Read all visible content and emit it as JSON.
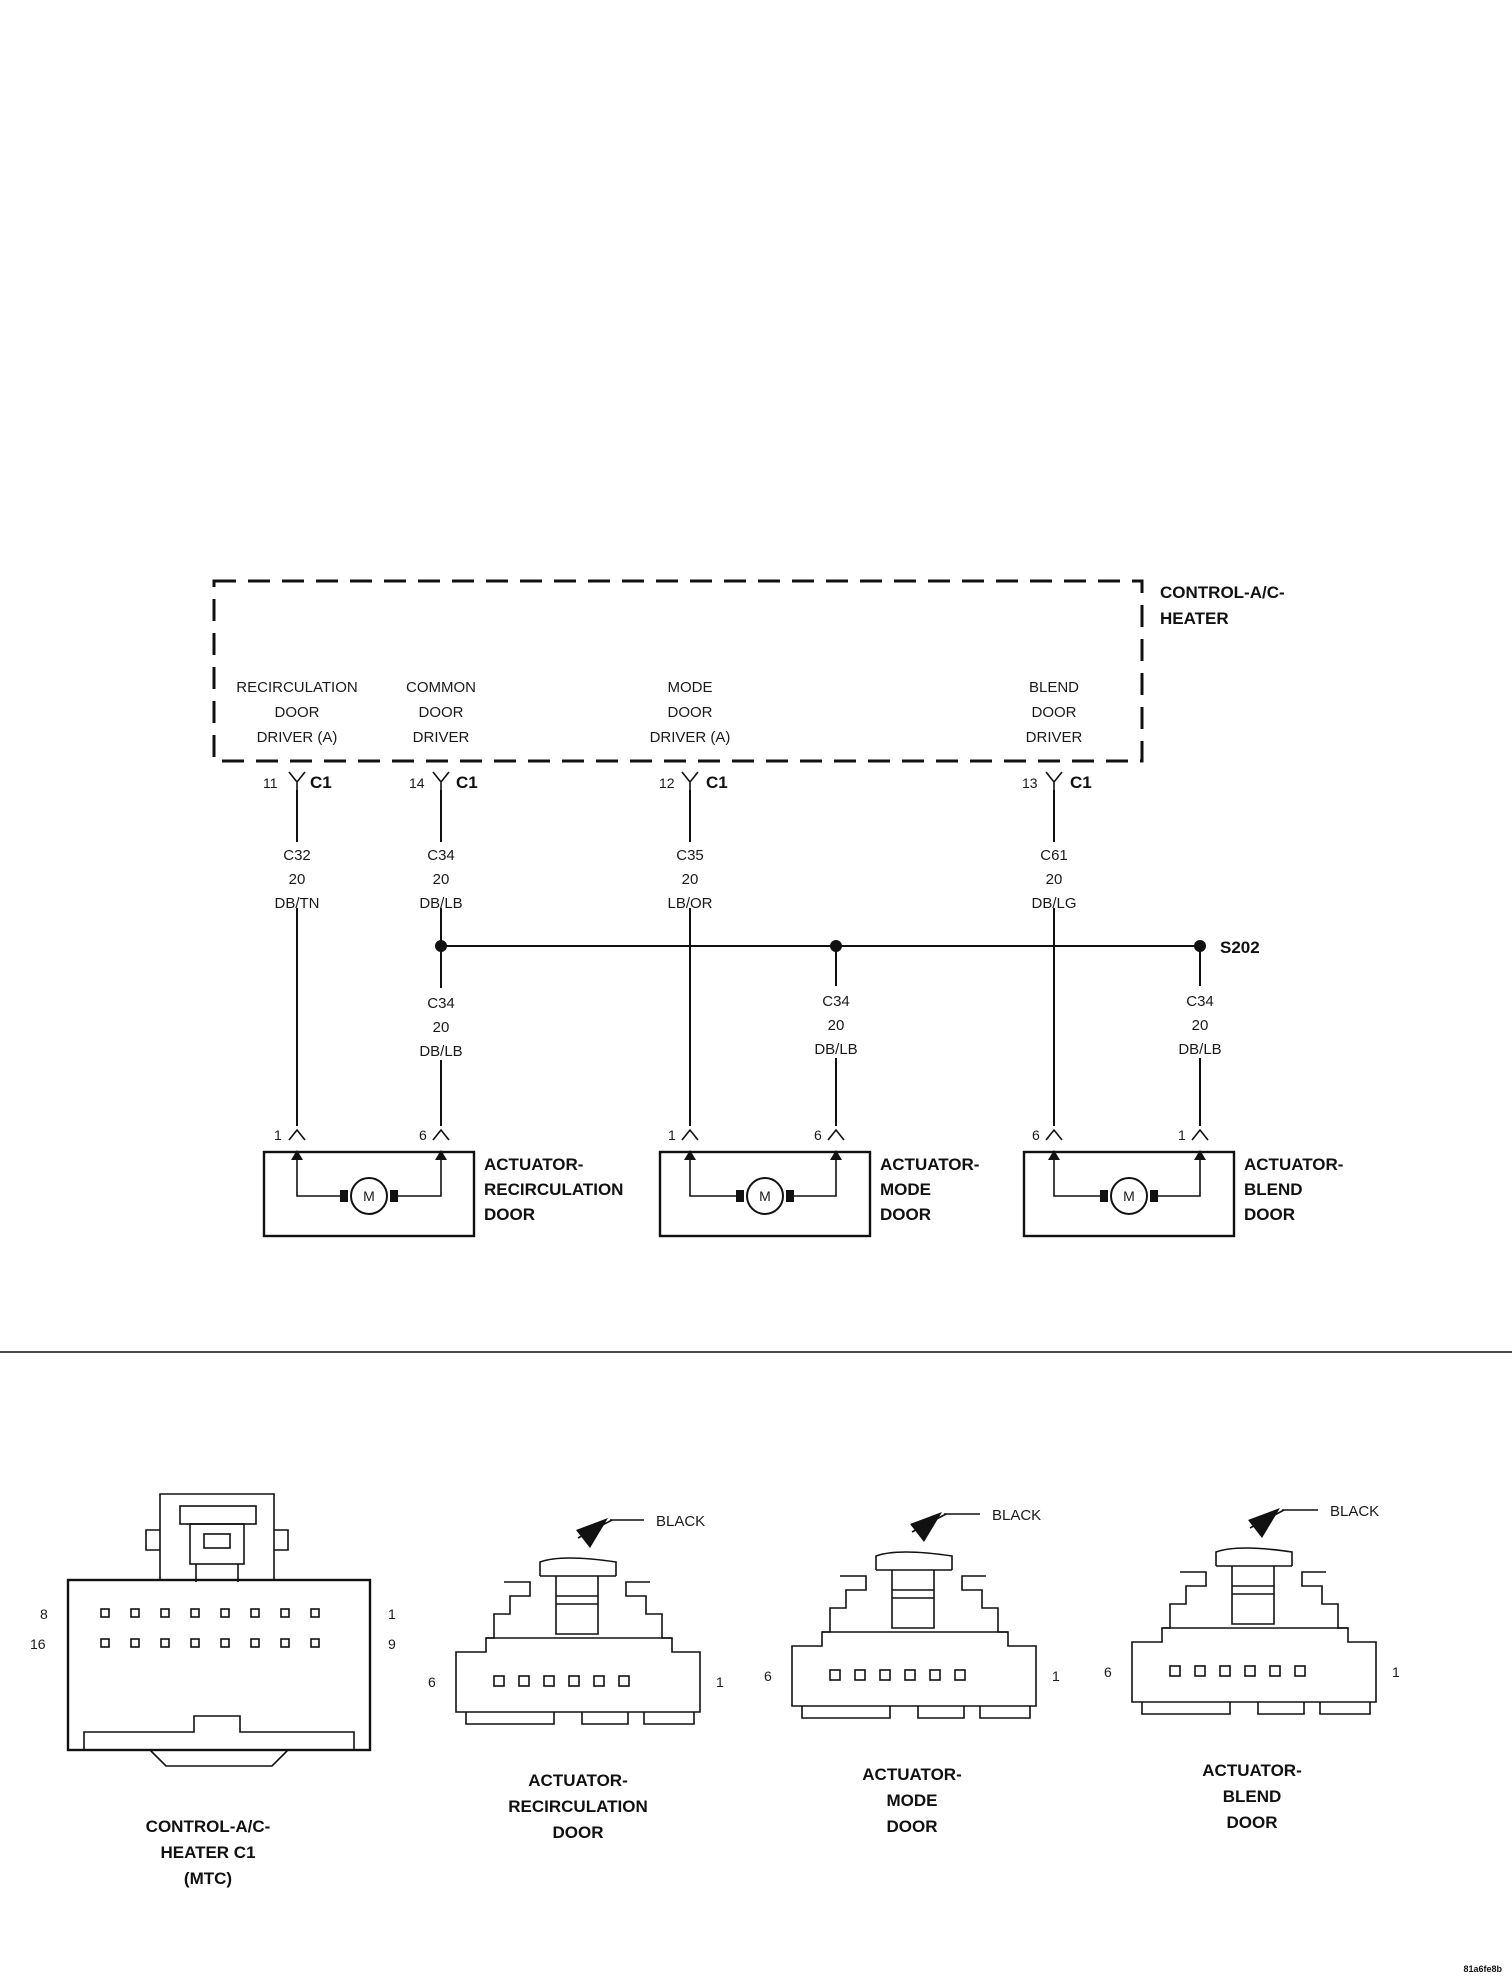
{
  "module": {
    "title": [
      "CONTROL-A/C-",
      "HEATER"
    ],
    "drivers": [
      {
        "lines": [
          "RECIRCULATION",
          "DOOR",
          "DRIVER (A)"
        ],
        "pin": "11",
        "connector": "C1",
        "wire": [
          "C32",
          "20",
          "DB/TN"
        ]
      },
      {
        "lines": [
          "COMMON",
          "DOOR",
          "DRIVER"
        ],
        "pin": "14",
        "connector": "C1",
        "wire": [
          "C34",
          "20",
          "DB/LB"
        ]
      },
      {
        "lines": [
          "MODE",
          "DOOR",
          "DRIVER (A)"
        ],
        "pin": "12",
        "connector": "C1",
        "wire": [
          "C35",
          "20",
          "LB/OR"
        ]
      },
      {
        "lines": [
          "BLEND",
          "DOOR",
          "DRIVER"
        ],
        "pin": "13",
        "connector": "C1",
        "wire": [
          "C61",
          "20",
          "DB/LG"
        ]
      }
    ]
  },
  "splice": {
    "name": "S202"
  },
  "branch_wires": [
    [
      "C34",
      "20",
      "DB/LB"
    ],
    [
      "C34",
      "20",
      "DB/LB"
    ],
    [
      "C34",
      "20",
      "DB/LB"
    ]
  ],
  "actuators": [
    {
      "title": [
        "ACTUATOR-",
        "RECIRCULATION",
        "DOOR"
      ],
      "pin_left": "1",
      "pin_right": "6",
      "motor": "M"
    },
    {
      "title": [
        "ACTUATOR-",
        "MODE",
        "DOOR"
      ],
      "pin_left": "1",
      "pin_right": "6",
      "motor": "M"
    },
    {
      "title": [
        "ACTUATOR-",
        "BLEND",
        "DOOR"
      ],
      "pin_left": "6",
      "pin_right": "1",
      "motor": "M"
    }
  ],
  "connector_views": [
    {
      "title": [
        "CONTROL-A/C-",
        "HEATER C1",
        "(MTC)"
      ],
      "pins": {
        "top_left": "8",
        "top_right": "1",
        "bottom_left": "16",
        "bottom_right": "9"
      }
    },
    {
      "title": [
        "ACTUATOR-",
        "RECIRCULATION",
        "DOOR"
      ],
      "color": "BLACK",
      "pins": {
        "left": "6",
        "right": "1"
      }
    },
    {
      "title": [
        "ACTUATOR-",
        "MODE",
        "DOOR"
      ],
      "color": "BLACK",
      "pins": {
        "left": "6",
        "right": "1"
      }
    },
    {
      "title": [
        "ACTUATOR-",
        "BLEND",
        "DOOR"
      ],
      "color": "BLACK",
      "pins": {
        "left": "6",
        "right": "1"
      }
    }
  ],
  "figure_id": "81a6fe8b"
}
